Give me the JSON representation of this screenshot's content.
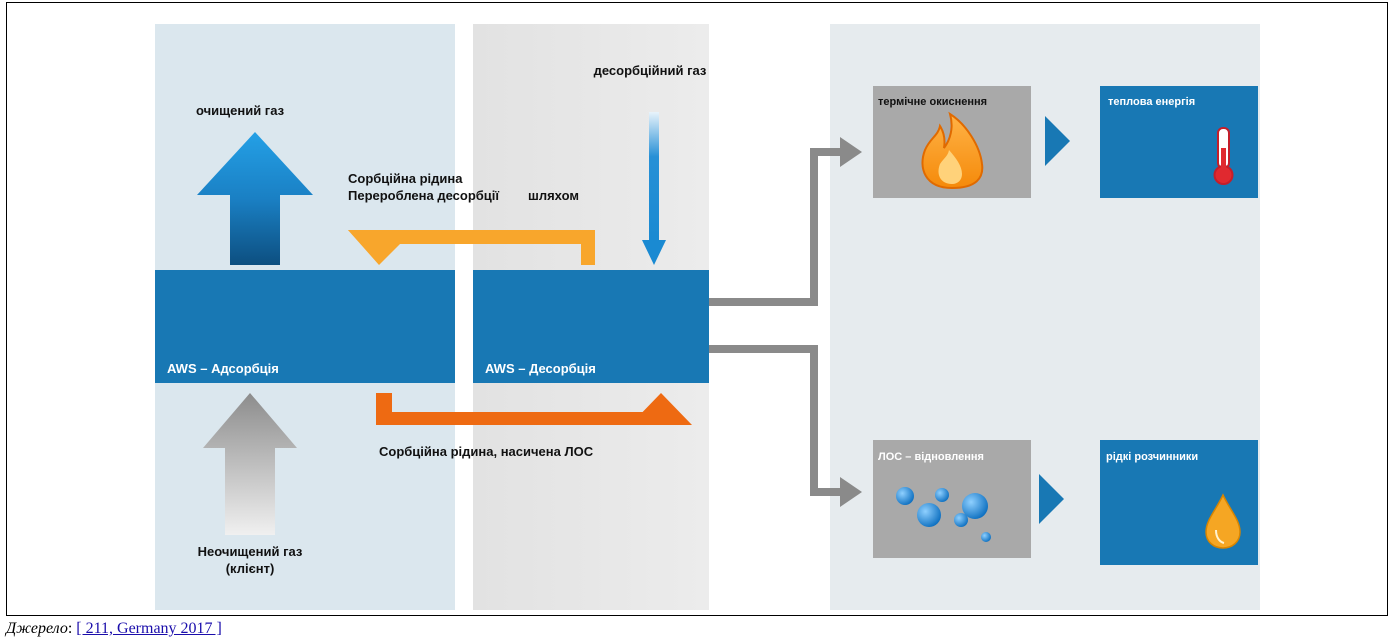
{
  "labels": {
    "clean_gas": "очищений газ",
    "desorption_gas": "десорбційний газ",
    "sorption_recycled": "Сорбційна рідина Перероблена десорбції",
    "path": "шляхом",
    "aws_adsorption": "AWS – Адсорбція",
    "aws_desorption": "AWS – Десорбція",
    "sorption_saturated": "Сорбційна рідина, насичена ЛОС",
    "raw_gas": "Неочищений газ (клієнт)",
    "thermal_oxidation": "термічне окиснення",
    "heat_energy": "теплова енергія",
    "voc_recovery": "ЛОС – відновлення",
    "liquid_solvents": "рідкі розчинники"
  },
  "caption": {
    "prefix": "Джерело",
    "sep": ": ",
    "link": "[ 211, Germany 2017 ]"
  },
  "colors": {
    "panel_left": "#dbe7ee",
    "panel_mid": "#e9e9e9",
    "panel_right": "#e6ebee",
    "blue_block": "#1878b4",
    "orange_light": "#f8a62c",
    "orange_dark": "#ee6a12",
    "gray_box": "#a9a9a9",
    "arrow_gray": "#8a8a8a",
    "arrow_blue": "#1d8fd6"
  }
}
